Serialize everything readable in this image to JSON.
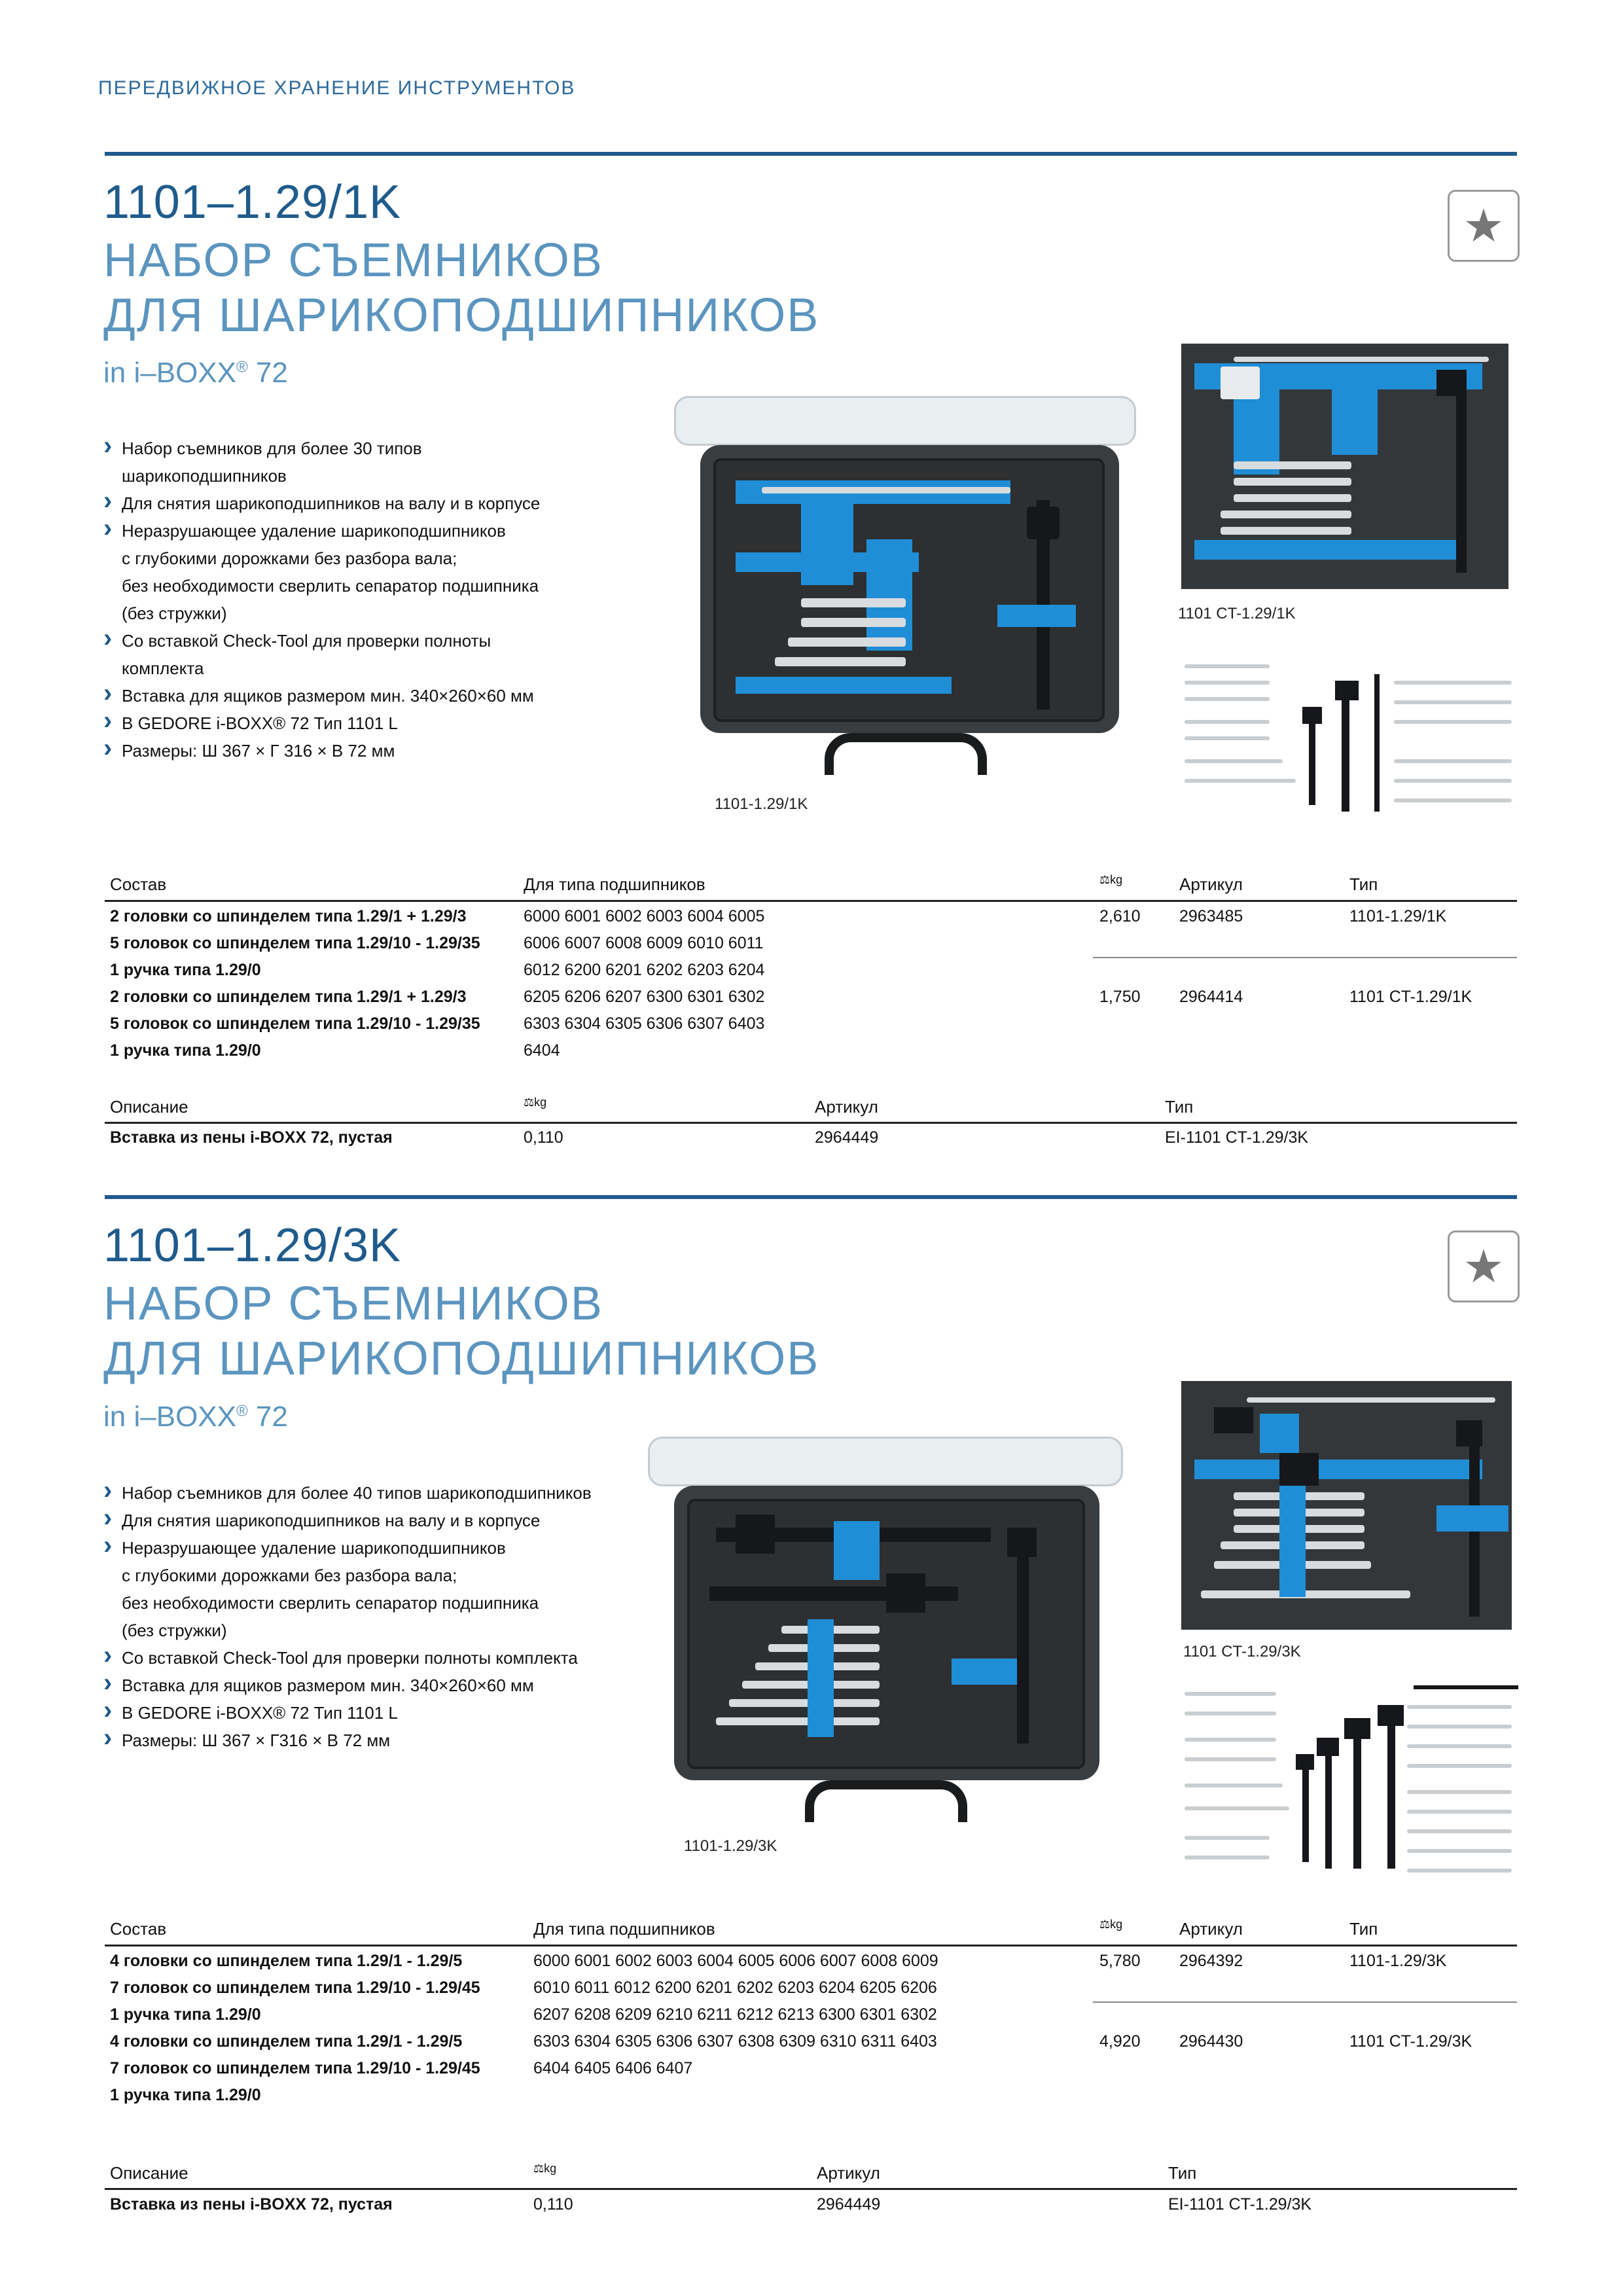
{
  "section_header": "ПЕРЕДВИЖНОЕ ХРАНЕНИЕ ИНСТРУМЕНТОВ",
  "products": [
    {
      "code": "1101–1.29/1K",
      "title_line1": "НАБОР СЪЕМНИКОВ",
      "title_line2": "ДЛЯ ШАРИКОПОДШИПНИКОВ",
      "in_box": "in i–BOXX",
      "in_box_mark": "®",
      "in_box_num": " 72",
      "bullets": [
        [
          "Набор съемников для более 30 типов",
          "шарикоподшипников"
        ],
        [
          "Для снятия шарикоподшипников на валу и в корпусе"
        ],
        [
          "Неразрушающее удаление шарикоподшипников",
          "с глубокими дорожками без разбора вала;",
          "без необходимости сверлить сепаратор подшипника",
          "(без стружки)"
        ],
        [
          "Со вставкой Check-Tool для проверки полноты",
          "комплекта"
        ],
        [
          "Вставка для ящиков размером мин. 340×260×60 мм"
        ],
        [
          "В GEDORE i-BOXX® 72 Тип 1101 L"
        ],
        [
          "Размеры: Ш 367 × Г 316 × В 72 мм"
        ]
      ],
      "caption_case": "1101-1.29/1K",
      "caption_insert": "1101 CT-1.29/1K",
      "table_headers": {
        "composition": "Состав",
        "bearing_type": "Для типа подшипников",
        "weight_icon": "kg",
        "article": "Артикул",
        "type": "Тип"
      },
      "composition_rows": [
        {
          "composition": [
            "2 головки со шпинделем типа 1.29/1 + 1.29/3",
            "5 головок со шпинделем типа 1.29/10 - 1.29/35",
            "1 ручка типа 1.29/0"
          ],
          "weight": "2,610",
          "article": "2963485",
          "type": "1101-1.29/1K"
        },
        {
          "composition": [
            "2 головки со шпинделем типа 1.29/1 + 1.29/3",
            "5 головок со шпинделем типа 1.29/10 - 1.29/35",
            "1 ручка типа 1.29/0"
          ],
          "weight": "1,750",
          "article": "2964414",
          "type": "1101 CT-1.29/1K"
        }
      ],
      "bearing_lines": [
        "6000 6001 6002 6003 6004 6005",
        "6006 6007 6008 6009 6010 6011",
        "6012 6200 6201 6202 6203 6204",
        "6205 6206 6207 6300 6301 6302",
        "6303 6304 6305 6306 6307 6403",
        "6404"
      ],
      "desc_headers": {
        "description": "Описание",
        "weight_icon": "kg",
        "article": "Артикул",
        "type": "Тип"
      },
      "desc_row": {
        "description": "Вставка из пены i-BOXX 72, пустая",
        "weight": "0,110",
        "article": "2964449",
        "type": "EI-1101 CT-1.29/3K"
      }
    },
    {
      "code": "1101–1.29/3K",
      "title_line1": "НАБОР СЪЕМНИКОВ",
      "title_line2": "ДЛЯ ШАРИКОПОДШИПНИКОВ",
      "in_box": "in i–BOXX",
      "in_box_mark": "®",
      "in_box_num": " 72",
      "bullets": [
        [
          "Набор съемников для более 40 типов шарикоподшипников"
        ],
        [
          "Для снятия шарикоподшипников на валу и в корпусе"
        ],
        [
          "Неразрушающее удаление шарикоподшипников",
          "с глубокими дорожками без разбора вала;",
          "без необходимости сверлить сепаратор подшипника",
          "(без стружки)"
        ],
        [
          "Со вставкой Check-Tool для проверки полноты комплекта"
        ],
        [
          "Вставка для ящиков размером мин. 340×260×60 мм"
        ],
        [
          "В GEDORE i-BOXX® 72 Тип 1101 L"
        ],
        [
          "Размеры: Ш 367 × Г316 × В 72 мм"
        ]
      ],
      "caption_case": "1101-1.29/3K",
      "caption_insert": "1101 CT-1.29/3K",
      "table_headers": {
        "composition": "Состав",
        "bearing_type": "Для типа подшипников",
        "weight_icon": "kg",
        "article": "Артикул",
        "type": "Тип"
      },
      "composition_rows": [
        {
          "composition": [
            "4 головки со шпинделем типа 1.29/1 - 1.29/5",
            "7 головок со шпинделем типа 1.29/10 - 1.29/45",
            "1 ручка типа 1.29/0"
          ],
          "weight": "5,780",
          "article": "2964392",
          "type": "1101-1.29/3K"
        },
        {
          "composition": [
            "4 головки со шпинделем типа 1.29/1 - 1.29/5",
            "7 головок со шпинделем типа 1.29/10 - 1.29/45",
            "1 ручка типа 1.29/0"
          ],
          "weight": "4,920",
          "article": "2964430",
          "type": "1101 CT-1.29/3K"
        }
      ],
      "bearing_lines": [
        "6000 6001 6002 6003 6004 6005 6006 6007 6008 6009",
        "6010 6011 6012 6200 6201 6202 6203 6204 6205 6206",
        "6207 6208 6209 6210 6211 6212 6213 6300 6301 6302",
        "6303 6304 6305 6306 6307 6308 6309 6310 6311 6403",
        "6404 6405 6406 6407"
      ],
      "desc_headers": {
        "description": "Описание",
        "weight_icon": "kg",
        "article": "Артикул",
        "type": "Тип"
      },
      "desc_row": {
        "description": "Вставка из пены i-BOXX 72, пустая",
        "weight": "0,110",
        "article": "2964449",
        "type": "EI-1101 CT-1.29/3K"
      }
    }
  ],
  "colors": {
    "brand_blue": "#1f5b8c",
    "light_blue": "#5b95bf",
    "foam_blue": "#1f8ed6"
  },
  "icons": {
    "favorite": "star-icon",
    "weight": "scale-icon"
  }
}
